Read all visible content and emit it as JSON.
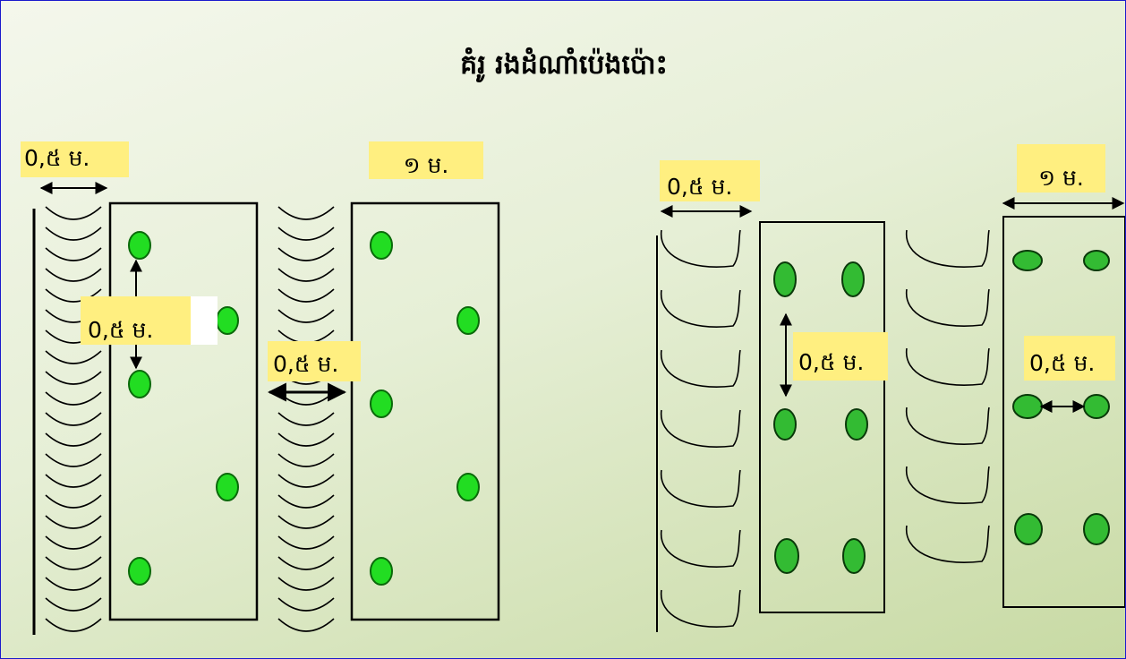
{
  "title": "គំរូ រងដំណាំប៉េងប៉ោះ",
  "left_diagram": {
    "furrow_width_label": "0,៥ ម.",
    "bed_width_label": "១ ម.",
    "plant_spacing_label": "0,៥ ម.",
    "furrow_gap_label": "0,៥ ម."
  },
  "right_diagram": {
    "furrow_width_label": "0,៥ ម.",
    "bed_width_label": "១ ម.",
    "row_spacing_label": "0,៥ ម.",
    "plant_spacing_label": "0,៥ ម."
  },
  "colors": {
    "label_highlight": "#ffef80",
    "plant_left": "#22dd22",
    "plant_right": "#33bb33",
    "border": "#1a1acc"
  }
}
